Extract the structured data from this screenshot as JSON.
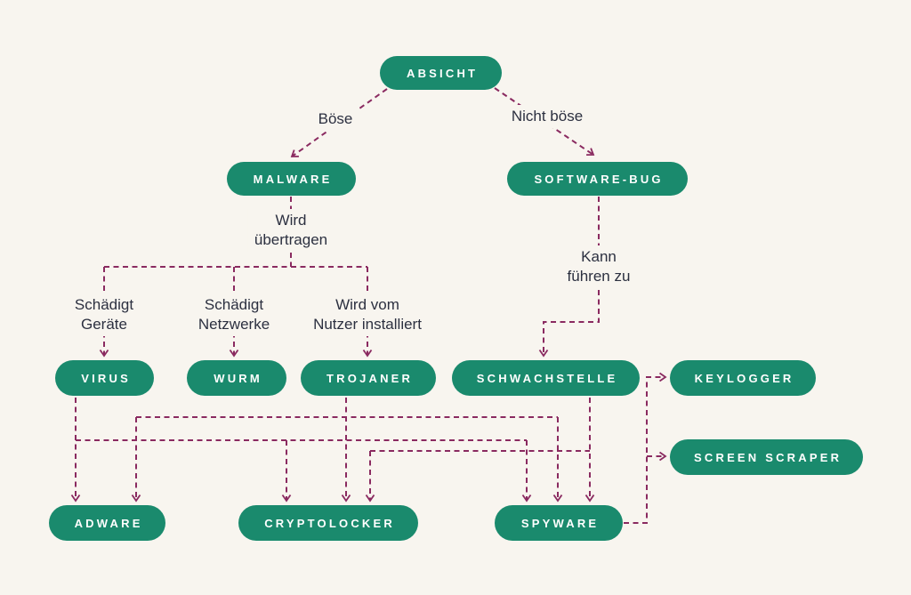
{
  "colors": {
    "background": "#F8F5EF",
    "node_fill": "#1A8A6D",
    "node_text": "#FFFFFF",
    "connector": "#8A2A60",
    "label_text": "#2C3040"
  },
  "nodes": {
    "absicht": {
      "label": "ABSICHT"
    },
    "malware": {
      "label": "MALWARE"
    },
    "software_bug": {
      "label": "SOFTWARE-BUG"
    },
    "virus": {
      "label": "VIRUS"
    },
    "wurm": {
      "label": "WURM"
    },
    "trojaner": {
      "label": "TROJANER"
    },
    "schwachstelle": {
      "label": "SCHWACHSTELLE"
    },
    "keylogger": {
      "label": "KEYLOGGER"
    },
    "screen_scraper": {
      "label": "SCREEN SCRAPER"
    },
    "adware": {
      "label": "ADWARE"
    },
    "cryptolocker": {
      "label": "CRYPTOLOCKER"
    },
    "spyware": {
      "label": "SPYWARE"
    }
  },
  "edge_labels": {
    "boese": "Böse",
    "nicht_boese": "Nicht böse",
    "wird_uebertragen": "Wird\nübertragen",
    "schaedigt_geraete": "Schädigt\nGeräte",
    "schaedigt_netzwerke": "Schädigt\nNetzwerke",
    "wird_vom_nutzer": "Wird vom\nNutzer installiert",
    "kann_fuehren_zu": "Kann\nführen zu"
  },
  "edges": [
    {
      "from": "ABSICHT",
      "to": "MALWARE",
      "label": "Böse"
    },
    {
      "from": "ABSICHT",
      "to": "SOFTWARE-BUG",
      "label": "Nicht böse"
    },
    {
      "from": "MALWARE",
      "to": "VIRUS",
      "label": "Wird übertragen / Schädigt Geräte"
    },
    {
      "from": "MALWARE",
      "to": "WURM",
      "label": "Wird übertragen / Schädigt Netzwerke"
    },
    {
      "from": "MALWARE",
      "to": "TROJANER",
      "label": "Wird übertragen / Wird vom Nutzer installiert"
    },
    {
      "from": "SOFTWARE-BUG",
      "to": "SCHWACHSTELLE",
      "label": "Kann führen zu"
    },
    {
      "from": "VIRUS",
      "to": "ADWARE"
    },
    {
      "from": "VIRUS",
      "to": "CRYPTOLOCKER"
    },
    {
      "from": "VIRUS",
      "to": "SPYWARE"
    },
    {
      "from": "TROJANER",
      "to": "ADWARE"
    },
    {
      "from": "TROJANER",
      "to": "CRYPTOLOCKER"
    },
    {
      "from": "TROJANER",
      "to": "SPYWARE"
    },
    {
      "from": "SCHWACHSTELLE",
      "to": "CRYPTOLOCKER"
    },
    {
      "from": "SCHWACHSTELLE",
      "to": "SPYWARE"
    },
    {
      "from": "SPYWARE",
      "to": "KEYLOGGER"
    },
    {
      "from": "SPYWARE",
      "to": "SCREEN SCRAPER"
    }
  ]
}
